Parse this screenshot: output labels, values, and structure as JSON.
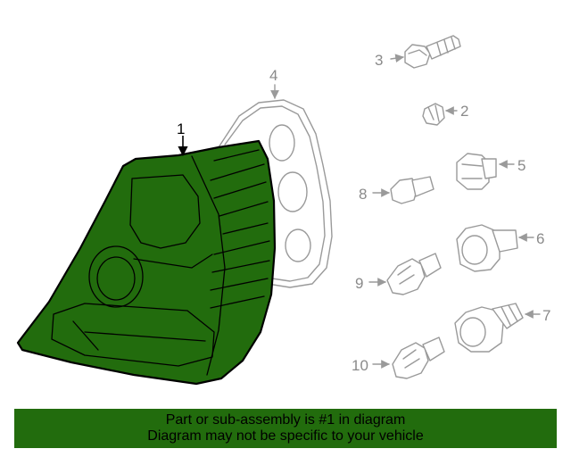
{
  "diagram": {
    "callouts": [
      {
        "id": "1",
        "label": "1"
      },
      {
        "id": "2",
        "label": "2"
      },
      {
        "id": "3",
        "label": "3"
      },
      {
        "id": "4",
        "label": "4"
      },
      {
        "id": "5",
        "label": "5"
      },
      {
        "id": "6",
        "label": "6"
      },
      {
        "id": "7",
        "label": "7"
      },
      {
        "id": "8",
        "label": "8"
      },
      {
        "id": "9",
        "label": "9"
      },
      {
        "id": "10",
        "label": "10"
      }
    ],
    "highlight_color": "#226c0d",
    "ghost_color": "#9a9a9a"
  },
  "banner": {
    "line1": "Part or sub-assembly is #1 in diagram",
    "line2": "Diagram may not be specific to your vehicle",
    "background": "#226c0d"
  }
}
